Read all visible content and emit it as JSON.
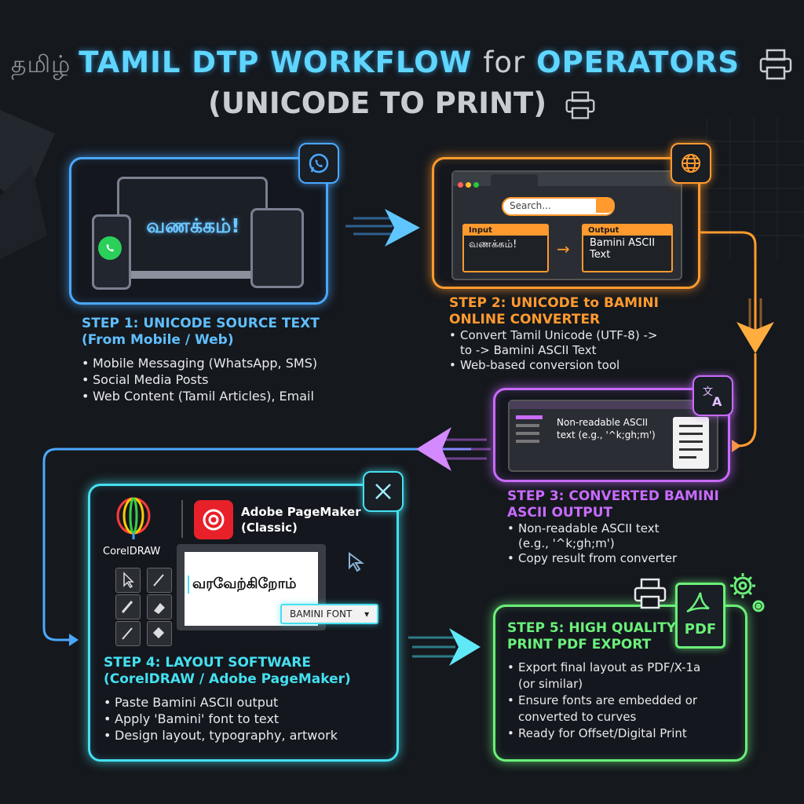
{
  "title": {
    "tamil_mark": "தமிழ்",
    "part1": "TAMIL DTP WORKFLOW",
    "part_for": "for",
    "part2": "OPERATORS",
    "line2": "(UNICODE TO PRINT)"
  },
  "step1": {
    "screen_text": "வணக்கம்!",
    "heading_line1": "STEP 1: UNICODE SOURCE TEXT",
    "heading_line2": "(From Mobile / Web)",
    "bullets": [
      "Mobile Messaging (WhatsApp, SMS)",
      "Social Media Posts",
      "Web Content (Tamil Articles), Email"
    ]
  },
  "step2": {
    "search_placeholder": "Search...",
    "input_label": "Input",
    "input_text": "வணக்கம்!",
    "output_label": "Output",
    "output_line1": "Bamini ASCII",
    "output_line2": "Text",
    "heading_line1": "STEP 2: UNICODE to BAMINI",
    "heading_line2": "ONLINE CONVERTER",
    "bullet1_line1": "Convert Tamil Unicode (UTF-8) ->",
    "bullet1_line2": "to -> Bamini ASCII Text",
    "bullet2": "Web-based conversion tool"
  },
  "step3": {
    "window_line1": "Non-readable ASCII",
    "window_line2": "text (e.g., '^k;gh;m')",
    "heading_line1": "STEP 3: CONVERTED BAMINI",
    "heading_line2": "ASCII OUTPUT",
    "bullet1_line1": "Non-readable ASCII text",
    "bullet1_line2": "(e.g., '^k;gh;m')",
    "bullet2": "Copy result from converter"
  },
  "step4": {
    "corel_label": "CorelDRAW",
    "pagemaker_line1": "Adobe PageMaker",
    "pagemaker_line2": "(Classic)",
    "canvas_text": "வரவேற்கிறோம்",
    "font_dropdown": "BAMINI FONT",
    "heading_line1": "STEP 4: LAYOUT SOFTWARE",
    "heading_line2": "(CorelDRAW / Adobe PageMaker)",
    "bullets": [
      "Paste Bamini ASCII output",
      "Apply 'Bamini' font to text",
      "Design layout, typography, artwork"
    ]
  },
  "step5": {
    "pdf_label": "PDF",
    "heading_line1": "STEP 5: HIGH QUALITY",
    "heading_line2": "PRINT PDF EXPORT",
    "bullet1_line1": "Export final layout as PDF/X-1a",
    "bullet1_line2": "(or similar)",
    "bullet2_line1": "Ensure fonts are embedded or",
    "bullet2_line2": "converted to curves",
    "bullet3": "Ready for Offset/Digital Print"
  },
  "colors": {
    "background": "#15181d",
    "step1": "#4aa8ff",
    "step2": "#ff9a2e",
    "step3": "#c86bff",
    "step4": "#45e0f0",
    "step5": "#6bf07a"
  },
  "icons": [
    "printer-icon",
    "whatsapp-icon",
    "globe-icon",
    "translate-icon",
    "design-tools-icon",
    "pdf-icon",
    "gear-icon"
  ]
}
